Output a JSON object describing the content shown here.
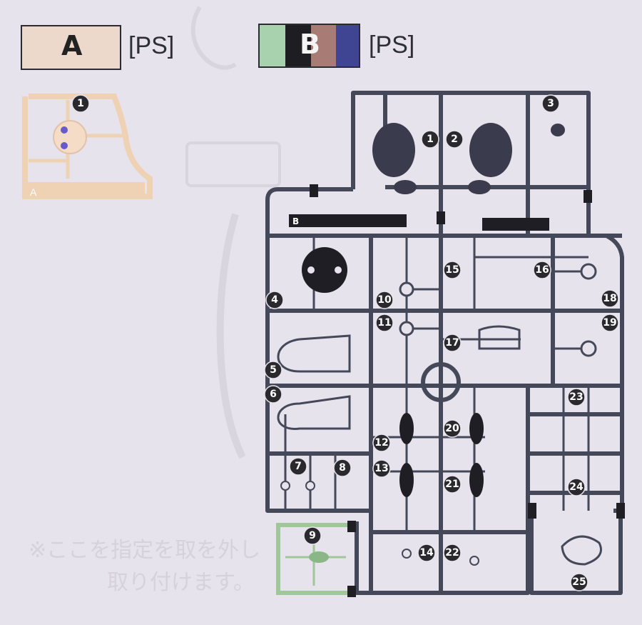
{
  "legend": {
    "a": {
      "letter": "A",
      "tag": "[PS]",
      "color": "#ecd9cb"
    },
    "b": {
      "letter": "B",
      "tag": "[PS]",
      "colors": [
        "#a8d1ad",
        "#1d1d22",
        "#a87c74",
        "#3f4592"
      ]
    }
  },
  "runner_a": {
    "label": "A",
    "color": "#efd1b4",
    "parts": [
      "1"
    ]
  },
  "runner_b": {
    "label": "B",
    "color": "#454858",
    "sprue_code": "B",
    "parts": [
      "1",
      "2",
      "3",
      "4",
      "5",
      "6",
      "7",
      "8",
      "10",
      "11",
      "12",
      "13",
      "14",
      "15",
      "16",
      "17",
      "18",
      "19",
      "20",
      "21",
      "22",
      "23",
      "24",
      "25"
    ]
  },
  "runner_green": {
    "color": "#9fc79a",
    "parts": [
      "9"
    ]
  },
  "faded_text": {
    "line1": "※ここを指定を取を外し",
    "line2": "取り付けます。"
  }
}
